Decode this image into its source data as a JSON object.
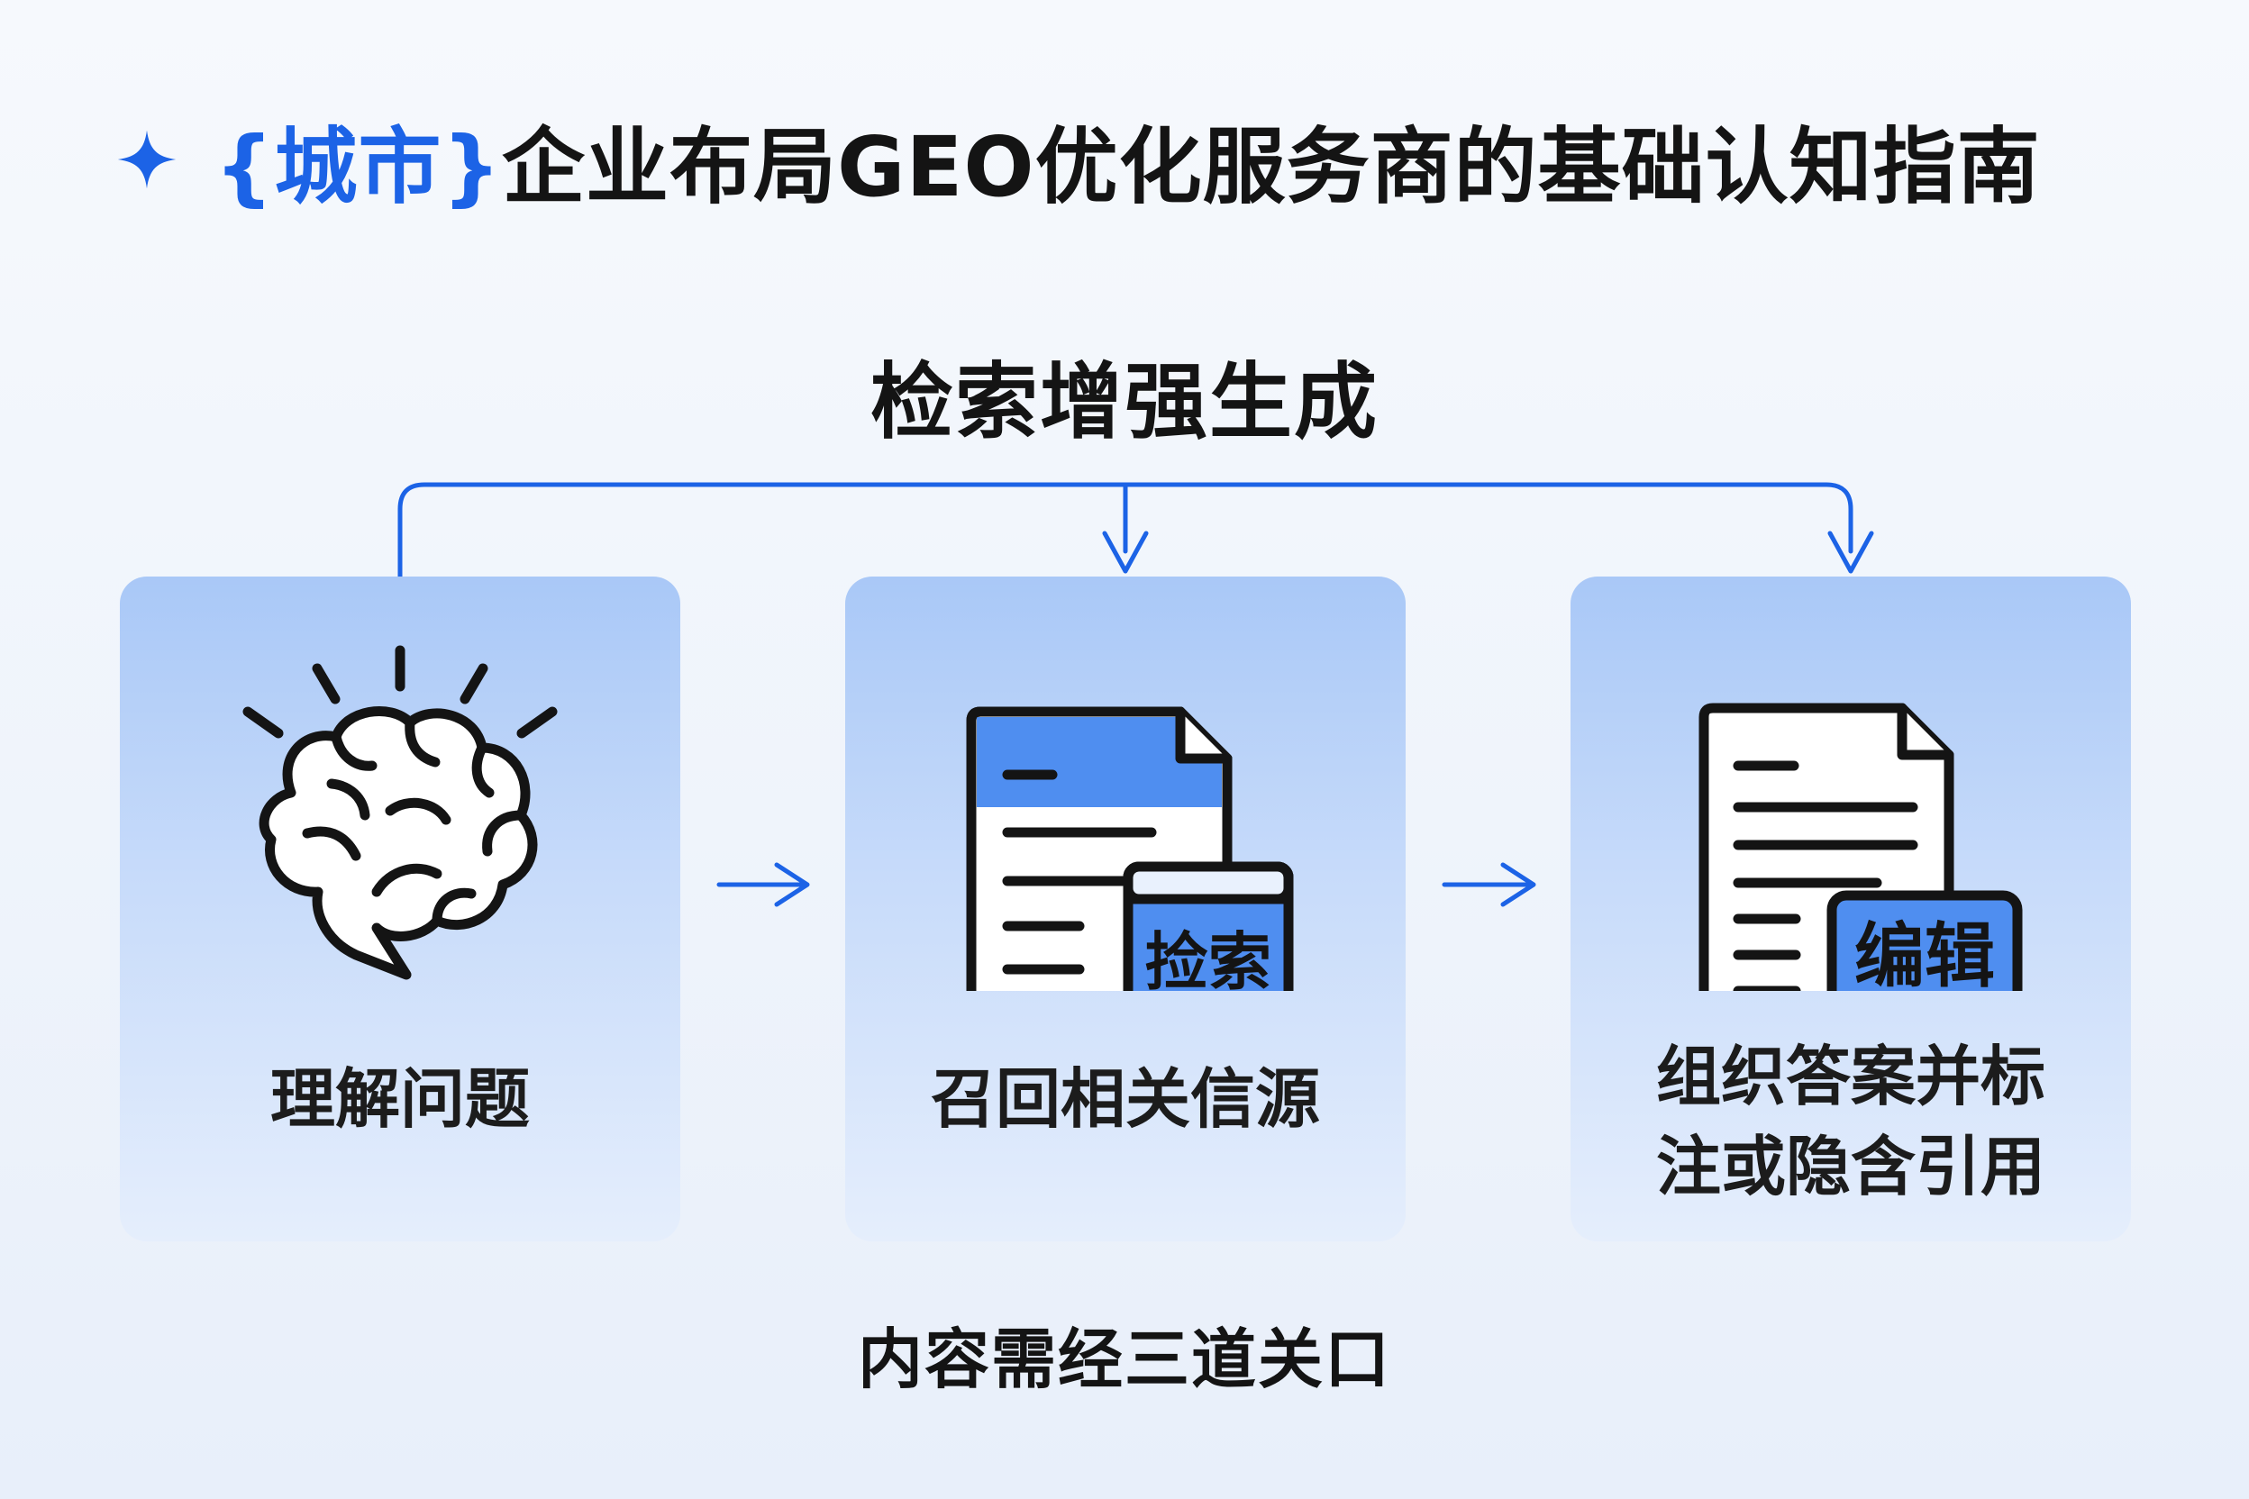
{
  "header": {
    "title_accent": "{城市}",
    "title_rest": "企业布局GEO优化服务商的基础认知指南",
    "icon": "sparkle-icon"
  },
  "diagram": {
    "subtitle": "检索增强生成",
    "steps": [
      {
        "label_lines": [
          "理解问题"
        ],
        "icon": "brain-icon"
      },
      {
        "label_lines": [
          "召回相关信源"
        ],
        "icon": "document-search-icon",
        "badge": "捡索"
      },
      {
        "label_lines": [
          "组织答案并标",
          "注或隐含引用"
        ],
        "icon": "document-edit-icon",
        "badge": "编辑"
      }
    ],
    "footer": "内容需经三道关口"
  },
  "colors": {
    "accent": "#1c63e6",
    "text": "#141414",
    "card_top": "#a9c8f7",
    "card_bottom": "#e5eefc",
    "icon_stroke": "#141414"
  }
}
